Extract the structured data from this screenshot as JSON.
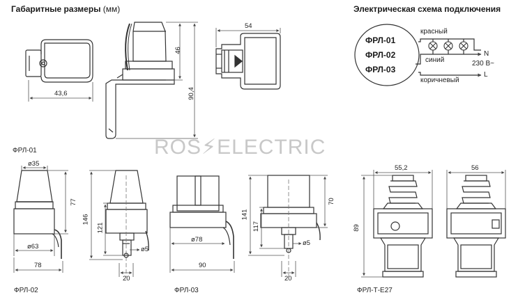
{
  "headings": {
    "dimensions_title": "Габаритные размеры",
    "dimensions_units": "(мм)",
    "wiring_title": "Электрическая схема подключения"
  },
  "wiring": {
    "models": [
      "ФРЛ-01",
      "ФРЛ-02",
      "ФРЛ-03"
    ],
    "wire_red": "красный",
    "wire_blue": "синий",
    "wire_brown": "коричневый",
    "terminal_n": "N",
    "voltage": "230 В~",
    "terminal_l": "L"
  },
  "watermark": "ROS⚡ELECTRIC",
  "captions": {
    "frl01": "ФРЛ-01",
    "frl02": "ФРЛ-02",
    "frl03": "ФРЛ-03",
    "frlte27": "ФРЛ-Т-Е27"
  },
  "dims": {
    "frl01_width": "43,6",
    "frl01_top_height": "46",
    "frl01_total_height": "90,4",
    "frl01_depth": "54",
    "frl02_diam_top": "ø35",
    "frl02_height": "77",
    "frl02_diam_base": "ø63",
    "frl02_width": "78",
    "frl02_total_height": "146",
    "frl02_body_height": "121",
    "frl02_hole": "ø5",
    "frl02_mount": "20",
    "frl03_diam": "ø78",
    "frl03_width": "90",
    "frl03_total_height": "141",
    "frl03_body_height": "117",
    "frl03_height": "70",
    "frl03_hole": "ø5",
    "frl03_mount": "20",
    "e27_width": "55,2",
    "e27_height": "89",
    "e27_side": "56"
  },
  "colors": {
    "line": "#333333",
    "dim": "#555555",
    "watermark": "#c8c8c8",
    "accent": "#f0a030"
  }
}
